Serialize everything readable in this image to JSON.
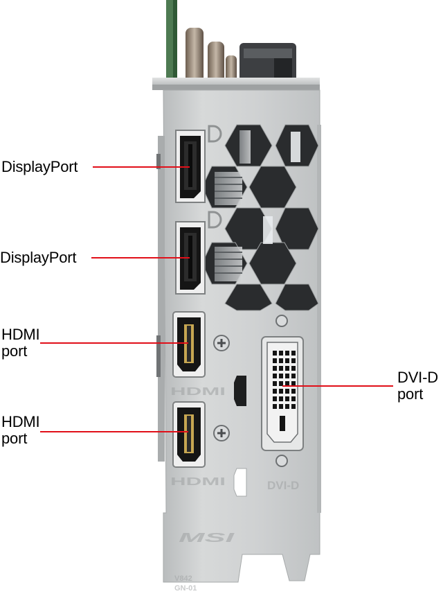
{
  "labels": {
    "dp1": "DisplayPort",
    "dp2": "DisplayPort",
    "hdmi1": "HDMI\nport",
    "hdmi2": "HDMI\nport",
    "dvi": "DVI-D\nport"
  },
  "engravings": {
    "hdmi_upper": "HDMI",
    "hdmi_lower": "HDMI",
    "dvi": "DVI-D",
    "brand": "MSI",
    "code1": "V842",
    "code2": "GN-01"
  },
  "colors": {
    "leader_line": "#e10e18",
    "bracket": "#c9cbcc",
    "bracket_shadow": "#a7aaab",
    "port_black": "#151515",
    "vent_dark": "#2a2c2e"
  },
  "icons": {
    "displayport_logo": "displayport-icon",
    "screw": "phillips-screw-icon"
  }
}
